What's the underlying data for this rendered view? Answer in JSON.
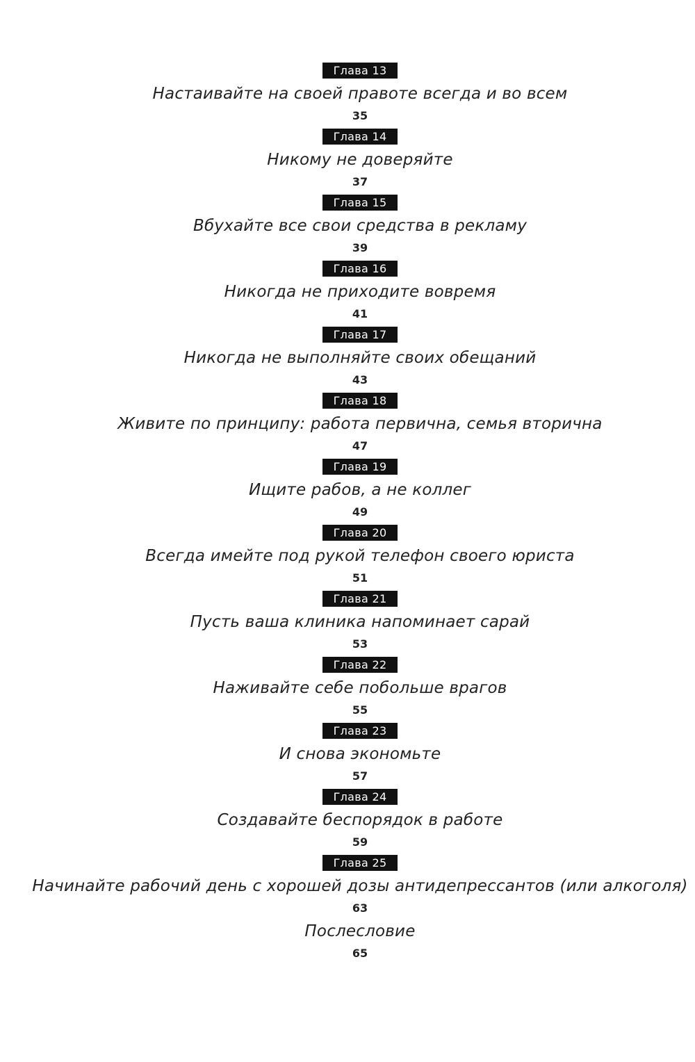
{
  "page": {
    "paper_color": "#ffffff",
    "badge_bg": "#111111",
    "badge_fg": "#ffffff",
    "ink_color": "#222222"
  },
  "toc": {
    "entries": [
      {
        "badge": "Глава 13",
        "title": "Настаивайте на своей правоте всегда и во всем",
        "page": "35"
      },
      {
        "badge": "Глава 14",
        "title": "Никому не доверяйте",
        "page": "37"
      },
      {
        "badge": "Глава 15",
        "title": "Вбухайте все свои средства в рекламу",
        "page": "39"
      },
      {
        "badge": "Глава 16",
        "title": "Никогда не приходите вовремя",
        "page": "41"
      },
      {
        "badge": "Глава 17",
        "title": "Никогда не выполняйте своих обещаний",
        "page": "43"
      },
      {
        "badge": "Глава 18",
        "title": "Живите по принципу: работа первична, семья вторична",
        "page": "47"
      },
      {
        "badge": "Глава 19",
        "title": "Ищите рабов, а не коллег",
        "page": "49"
      },
      {
        "badge": "Глава 20",
        "title": "Всегда имейте под рукой телефон своего юриста",
        "page": "51"
      },
      {
        "badge": "Глава 21",
        "title": "Пусть ваша клиника напоминает сарай",
        "page": "53"
      },
      {
        "badge": "Глава 22",
        "title": "Наживайте себе побольше врагов",
        "page": "55"
      },
      {
        "badge": "Глава 23",
        "title": "И снова экономьте",
        "page": "57"
      },
      {
        "badge": "Глава 24",
        "title": "Создавайте беспорядок в работе",
        "page": "59"
      },
      {
        "badge": "Глава 25",
        "title": "Начинайте рабочий день с хорошей дозы антидепрессантов (или алкоголя)",
        "page": "63"
      },
      {
        "title": "Послесловие",
        "page": "65"
      }
    ]
  }
}
